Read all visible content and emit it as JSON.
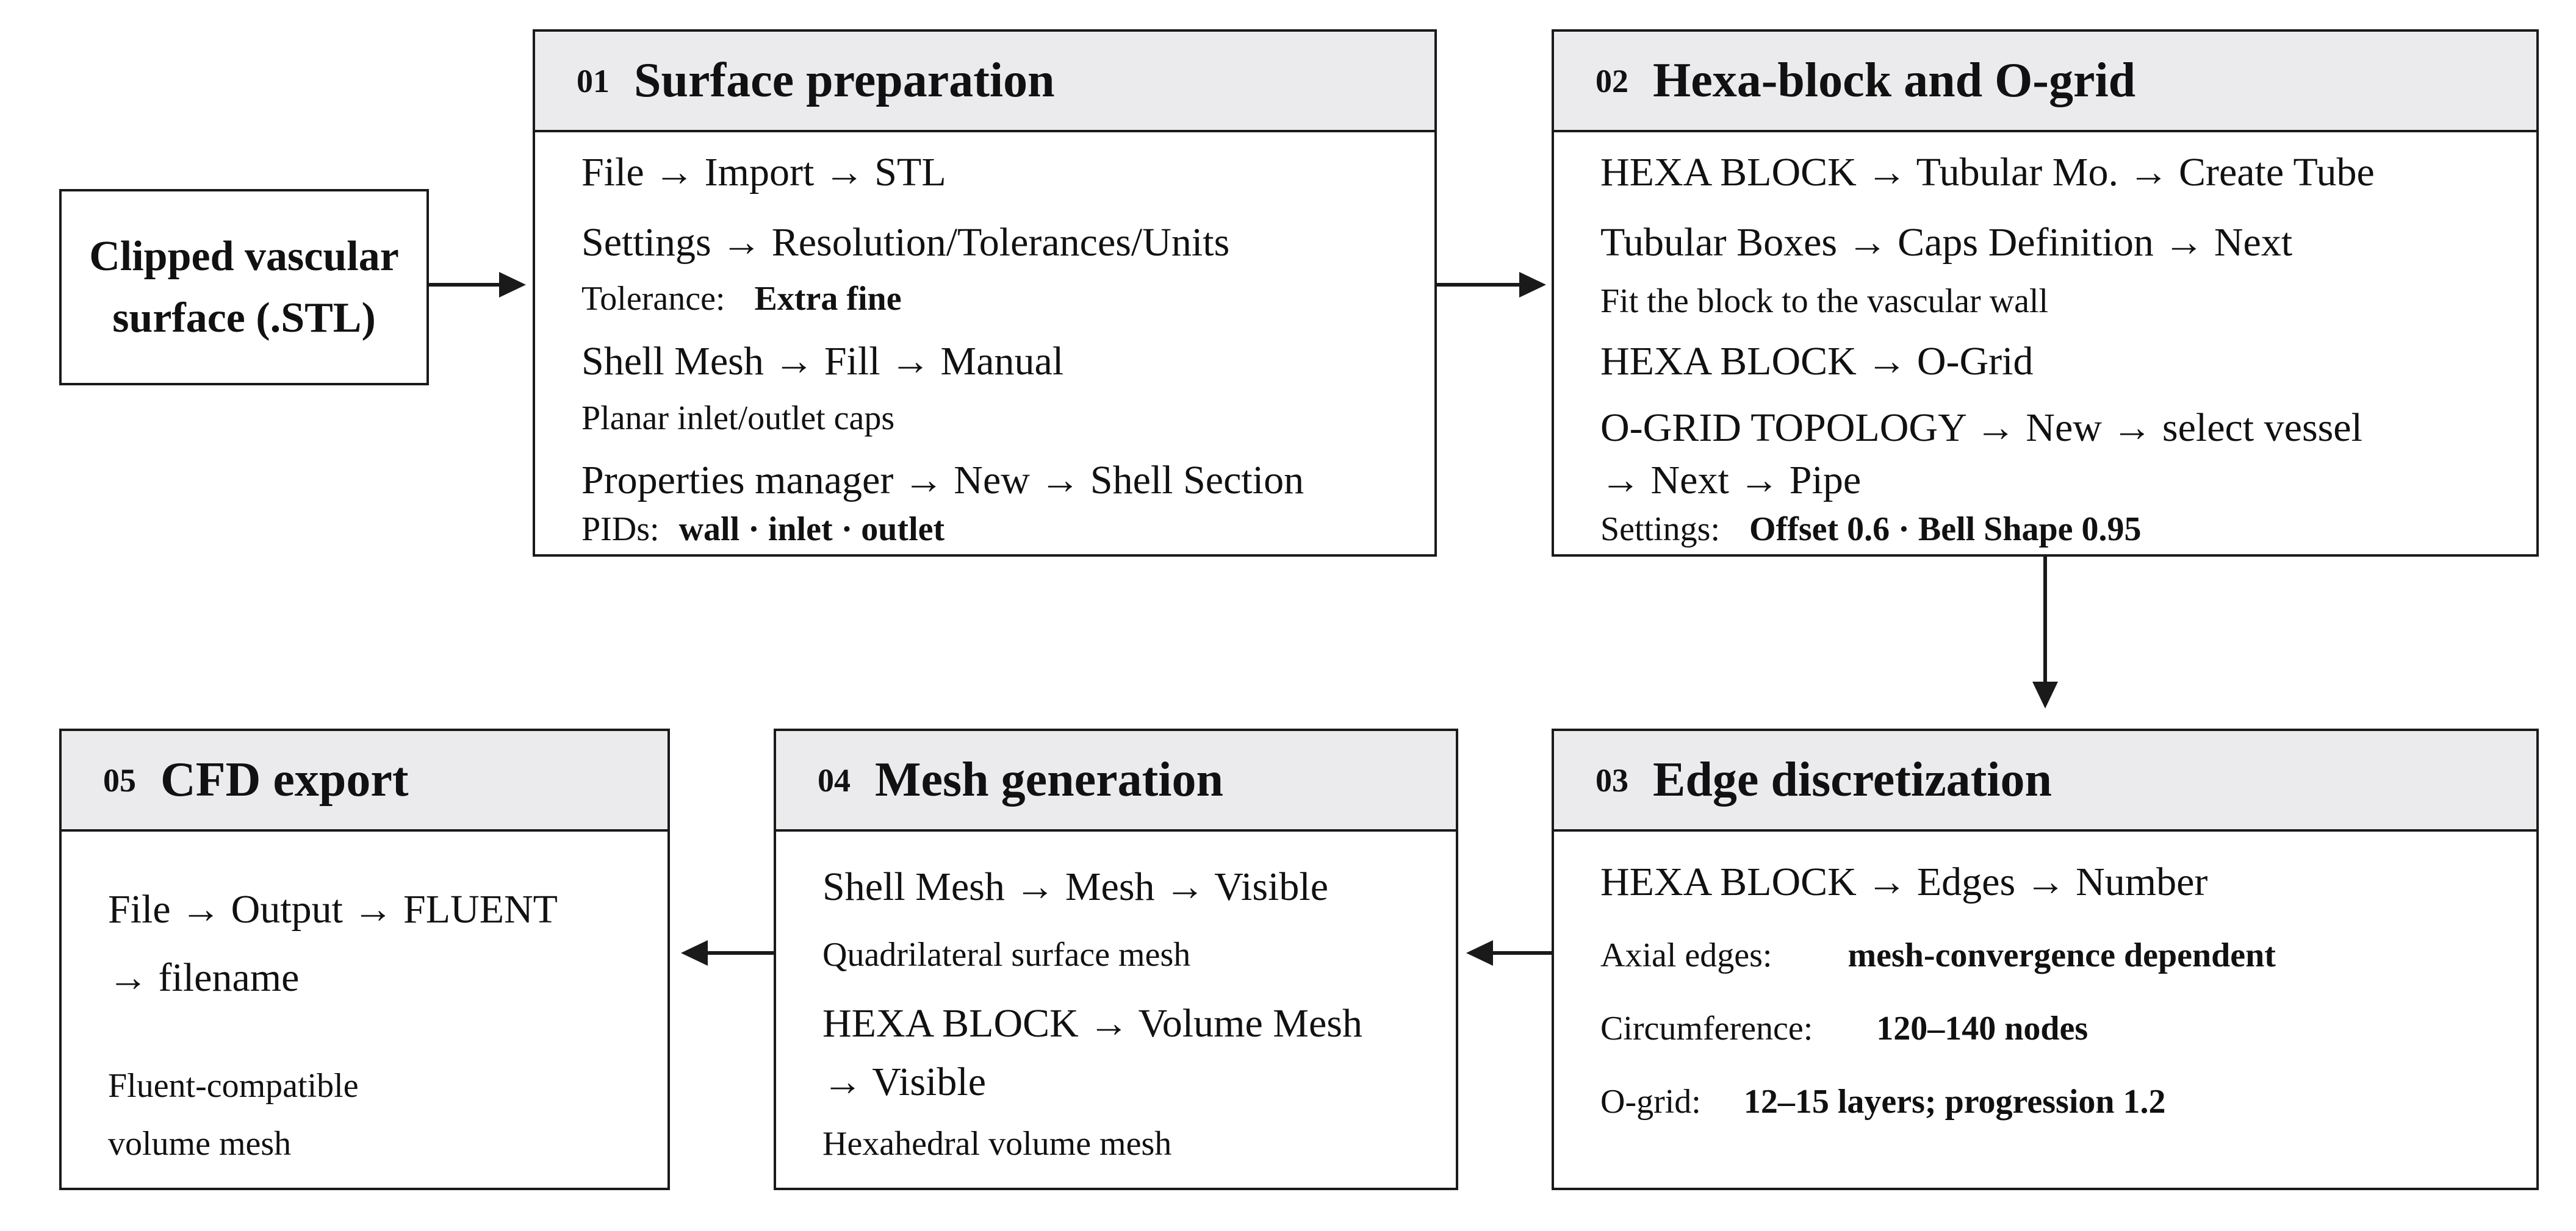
{
  "source": {
    "line1": "Clipped vascular",
    "line2": "surface (.STL)"
  },
  "steps": {
    "s01": {
      "num": "01",
      "title": "Surface preparation",
      "l1": "File → Import → STL",
      "l2": "Settings → Resolution/Tolerances/Units",
      "l3_label": "Tolerance:",
      "l3_value": "Extra fine",
      "l4": "Shell Mesh → Fill → Manual",
      "l5": "Planar inlet/outlet caps",
      "l6": "Properties manager → New → Shell Section",
      "l7_label": "PIDs:",
      "l7_value": "wall · inlet · outlet"
    },
    "s02": {
      "num": "02",
      "title": "Hexa-block and O-grid",
      "l1": "HEXA BLOCK → Tubular Mo. → Create Tube",
      "l2": "Tubular Boxes → Caps Definition → Next",
      "l3": "Fit the block to the vascular wall",
      "l4": "HEXA BLOCK → O-Grid",
      "l5": "O-GRID TOPOLOGY → New → select vessel",
      "l6": "→ Next → Pipe",
      "l7_label": "Settings:",
      "l7_value": "Offset 0.6 · Bell Shape 0.95"
    },
    "s03": {
      "num": "03",
      "title": "Edge discretization",
      "l1": "HEXA BLOCK → Edges → Number",
      "l2_label": "Axial edges:",
      "l2_value": "mesh-convergence dependent",
      "l3_label": "Circumference:",
      "l3_value": "120–140 nodes",
      "l4_label": "O-grid:",
      "l4_value": "12–15 layers; progression 1.2"
    },
    "s04": {
      "num": "04",
      "title": "Mesh generation",
      "l1": "Shell Mesh → Mesh → Visible",
      "l2": "Quadrilateral surface mesh",
      "l3": "HEXA BLOCK → Volume Mesh",
      "l4": "→ Visible",
      "l5": "Hexahedral volume mesh"
    },
    "s05": {
      "num": "05",
      "title": "CFD export",
      "l1": "File → Output → FLUENT",
      "l2": "→ filename",
      "l3": "Fluent-compatible",
      "l4": "volume mesh"
    }
  }
}
